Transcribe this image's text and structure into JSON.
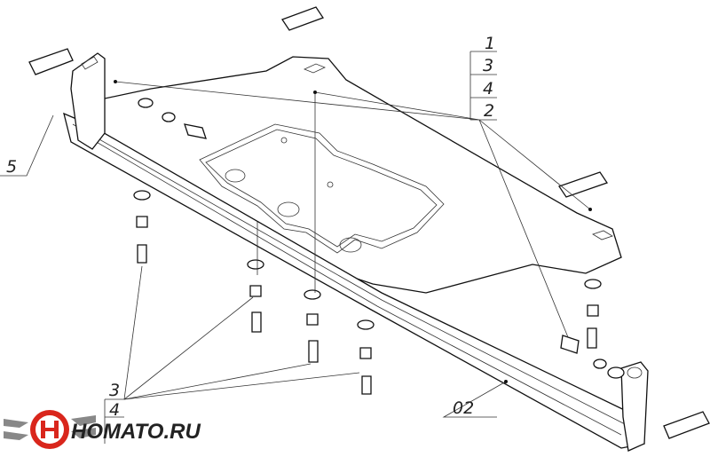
{
  "callouts": {
    "stack": [
      "1",
      "3",
      "4",
      "2"
    ],
    "left_plate": "5",
    "bottom_group": [
      "3",
      "4"
    ],
    "beam": "02"
  },
  "logo": {
    "text": "HOMATO.RU",
    "colors": {
      "red": "#d9261c",
      "dark": "#222222",
      "gray": "#888888"
    }
  }
}
